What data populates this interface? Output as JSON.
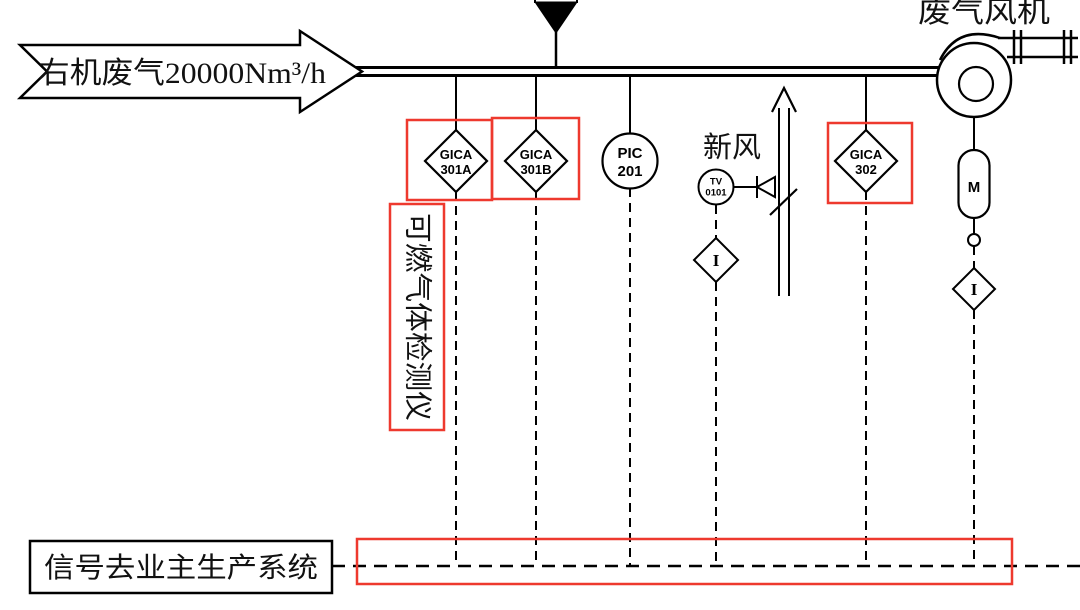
{
  "colors": {
    "line": "#000000",
    "highlight": "#ee392e",
    "background": "#ffffff"
  },
  "labels": {
    "inlet": "右机废气20000Nm³/h",
    "fan": "废气风机",
    "fresh_air": "新风",
    "detector_note": "可燃气体检测仪",
    "signal_destination": "信号去业主生产系统"
  },
  "instruments": [
    {
      "id": "gica-301a",
      "type": "diamond",
      "line1": "GICA",
      "line2": "301A",
      "highlighted": true
    },
    {
      "id": "gica-301b",
      "type": "diamond",
      "line1": "GICA",
      "line2": "301B",
      "highlighted": true
    },
    {
      "id": "pic-201",
      "type": "circle",
      "line1": "PIC",
      "line2": "201",
      "highlighted": false
    },
    {
      "id": "tv-0101",
      "type": "circle",
      "line1": "TV",
      "line2": "0101",
      "highlighted": false
    },
    {
      "id": "gica-302",
      "type": "diamond",
      "line1": "GICA",
      "line2": "302",
      "highlighted": true
    }
  ],
  "symbols": {
    "motor": "M",
    "interlock_tv": "I",
    "interlock_fan": "I"
  }
}
